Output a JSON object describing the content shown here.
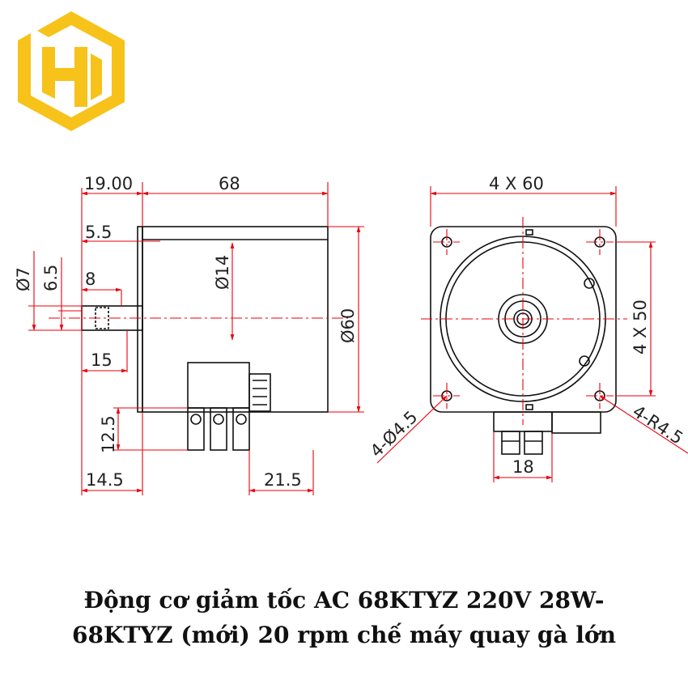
{
  "colors": {
    "logo": "#f7c219",
    "dimension_lines": "#e8000d",
    "outline": "#111111"
  },
  "side_view": {
    "dim_top_left": "19.00",
    "dim_top_length": "68",
    "dim_5_5": "5.5",
    "dim_8": "8",
    "dim_phi7": "Ø7",
    "dim_6_5": "6.5",
    "dim_phi14": "Ø14",
    "dim_phi60": "Ø60",
    "dim_15": "15",
    "dim_12_5": "12.5",
    "dim_14_5": "14.5",
    "dim_21_5": "21.5"
  },
  "front_view": {
    "dim_top": "4 X 60",
    "dim_right": "4 X 50",
    "dim_holes": "4-Ø4.5",
    "dim_corner": "4-R4.5",
    "dim_bottom": "18"
  },
  "caption": {
    "line1": "Động cơ  giảm tốc  AC 68KTYZ 220V 28W-",
    "line2": "68KTYZ  (mới)  20 rpm chế máy quay gà lớn"
  }
}
